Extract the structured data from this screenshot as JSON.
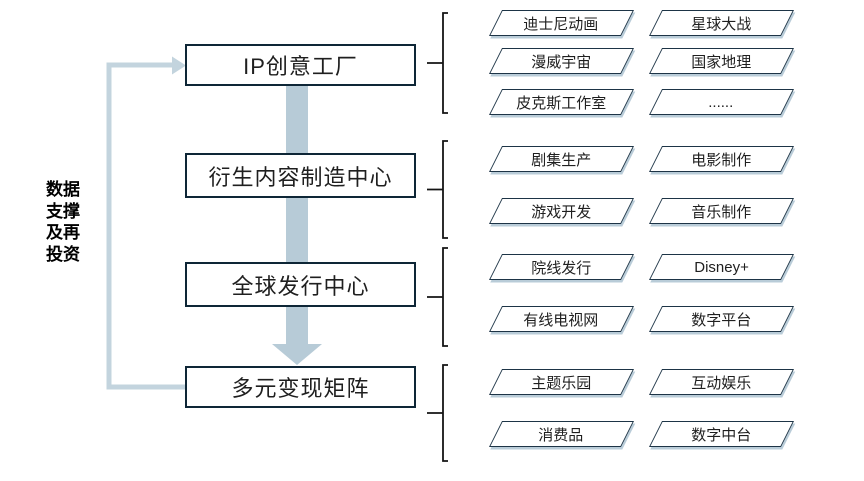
{
  "side_label": {
    "lines": [
      "数据",
      "支撑",
      "及再",
      "投资"
    ]
  },
  "flow_boxes": [
    {
      "label": "IP创意工厂"
    },
    {
      "label": "衍生内容制造中心"
    },
    {
      "label": "全球发行中心"
    },
    {
      "label": "多元变现矩阵"
    }
  ],
  "groups": [
    {
      "items": [
        "迪士尼动画",
        "星球大战",
        "漫威宇宙",
        "国家地理",
        "皮克斯工作室",
        "......"
      ]
    },
    {
      "items": [
        "剧集生产",
        "电影制作",
        "游戏开发",
        "音乐制作"
      ]
    },
    {
      "items": [
        "院线发行",
        "Disney+",
        "有线电视网",
        "数字平台"
      ]
    },
    {
      "items": [
        "主题乐园",
        "互动娱乐",
        "消费品",
        "数字中台"
      ]
    }
  ],
  "colors": {
    "box_border": "#0e2636",
    "box_fill": "#ffffff",
    "arrow_fill": "#b7cbd7",
    "feedback": "#c3d4de",
    "pgram_border": "#1d3446",
    "pgram_shadow": "#b9ccd8",
    "bracket": "#141414",
    "text": "#1f1f1f"
  }
}
